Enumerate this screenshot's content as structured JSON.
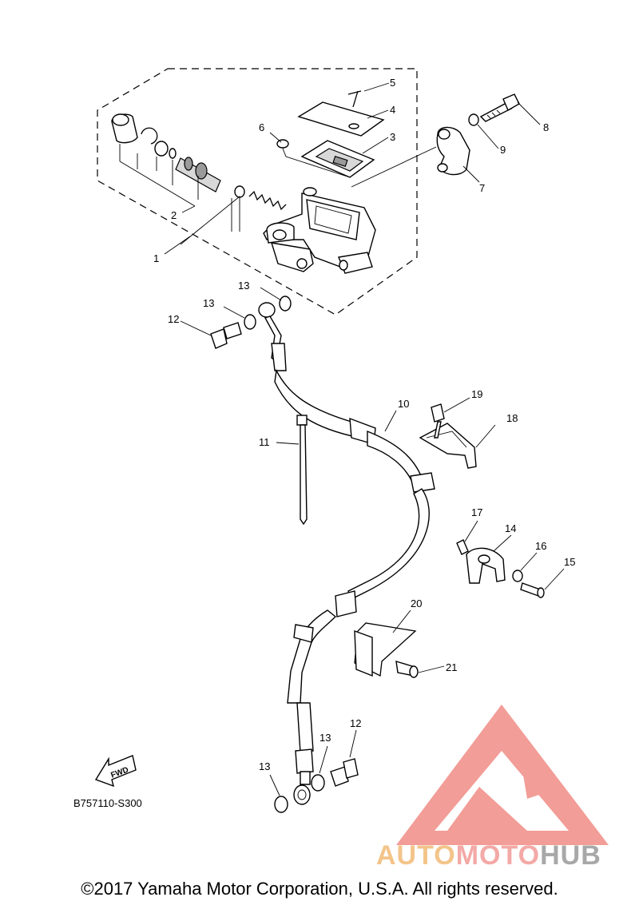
{
  "diagram": {
    "part_numbers": [
      "1",
      "2",
      "3",
      "4",
      "5",
      "6",
      "7",
      "8",
      "9",
      "10",
      "11",
      "12",
      "12",
      "13",
      "13",
      "13",
      "13",
      "14",
      "15",
      "16",
      "17",
      "18",
      "19",
      "20",
      "21"
    ],
    "fwd_label": "FWD",
    "diagram_code": "B757110-S300"
  },
  "watermark": {
    "part1": "AUTO",
    "part2": "MOTO",
    "part3": "HUB",
    "colors": {
      "auto": "#f3c48a",
      "moto": "#f3a9a6",
      "hub": "#a8a8a8",
      "logo": "#f08c86"
    }
  },
  "footer": {
    "copyright": "©2017 Yamaha Motor Corporation, U.S.A. All rights reserved."
  }
}
